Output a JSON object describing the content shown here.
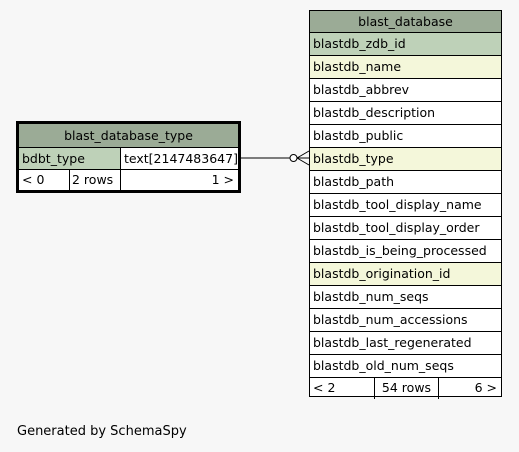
{
  "diagram": {
    "credit": "Generated by SchemaSpy",
    "blast_database": {
      "title": "blast_database",
      "columns": [
        {
          "name": "blastdb_zdb_id",
          "kind": "pk"
        },
        {
          "name": "blastdb_name",
          "kind": "fk"
        },
        {
          "name": "blastdb_abbrev",
          "kind": "plain"
        },
        {
          "name": "blastdb_description",
          "kind": "plain"
        },
        {
          "name": "blastdb_public",
          "kind": "plain"
        },
        {
          "name": "blastdb_type",
          "kind": "fk"
        },
        {
          "name": "blastdb_path",
          "kind": "plain"
        },
        {
          "name": "blastdb_tool_display_name",
          "kind": "plain"
        },
        {
          "name": "blastdb_tool_display_order",
          "kind": "plain"
        },
        {
          "name": "blastdb_is_being_processed",
          "kind": "plain"
        },
        {
          "name": "blastdb_origination_id",
          "kind": "fk"
        },
        {
          "name": "blastdb_num_seqs",
          "kind": "plain"
        },
        {
          "name": "blastdb_num_accessions",
          "kind": "plain"
        },
        {
          "name": "blastdb_last_regenerated",
          "kind": "plain"
        },
        {
          "name": "blastdb_old_num_seqs",
          "kind": "plain"
        }
      ],
      "footer": {
        "parents": "< 2",
        "rows": "54 rows",
        "children": "6 >"
      }
    },
    "blast_database_type": {
      "title": "blast_database_type",
      "column": {
        "name": "bdbt_type",
        "type": "text[2147483647]"
      },
      "footer": {
        "parents": "< 0",
        "rows": "2 rows",
        "children": "1 >"
      }
    }
  }
}
